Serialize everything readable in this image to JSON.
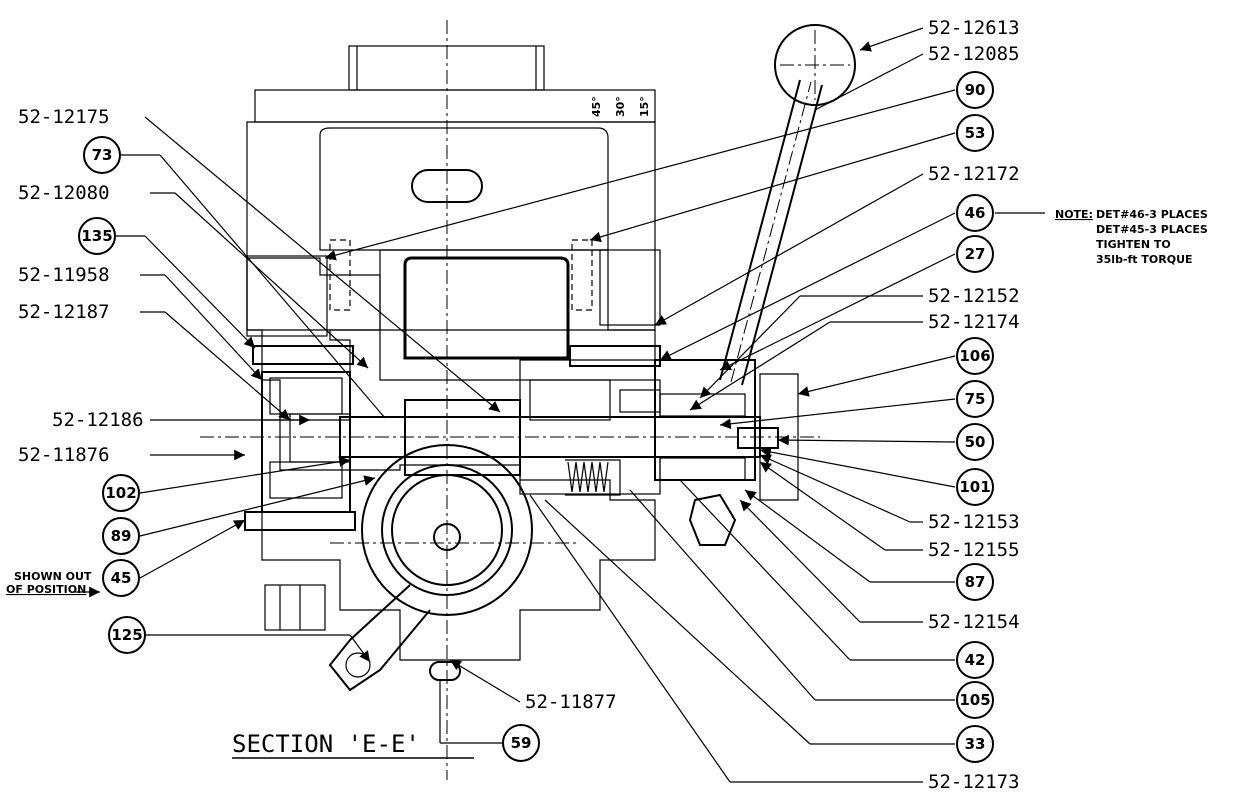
{
  "drawing": {
    "title": "SECTION 'E-E'",
    "note": {
      "label": "NOTE:",
      "lines": [
        "DET#46-3 PLACES",
        "DET#45-3 PLACES",
        "TIGHTEN TO",
        "35lb-ft TORQUE"
      ]
    },
    "shown_out_of_position": [
      "SHOWN OUT",
      "OF POSITION"
    ],
    "scale_marks": [
      "45°",
      "30°",
      "15°"
    ],
    "part_numbers": {
      "p12613": "52-12613",
      "p12085": "52-12085",
      "p12175": "52-12175",
      "p12080": "52-12080",
      "p12172": "52-12172",
      "p11958": "52-11958",
      "p12187": "52-12187",
      "p12152": "52-12152",
      "p12174": "52-12174",
      "p12186": "52-12186",
      "p11876": "52-11876",
      "p12153": "52-12153",
      "p12155": "52-12155",
      "p12154": "52-12154",
      "p11877": "52-11877",
      "p12173": "52-12173"
    },
    "bubbles": {
      "b90": "90",
      "b73": "73",
      "b53": "53",
      "b135": "135",
      "b46": "46",
      "b27": "27",
      "b106": "106",
      "b75": "75",
      "b50": "50",
      "b102": "102",
      "b101": "101",
      "b89": "89",
      "b45": "45",
      "b87": "87",
      "b125": "125",
      "b42": "42",
      "b105": "105",
      "b59": "59",
      "b33": "33"
    }
  }
}
